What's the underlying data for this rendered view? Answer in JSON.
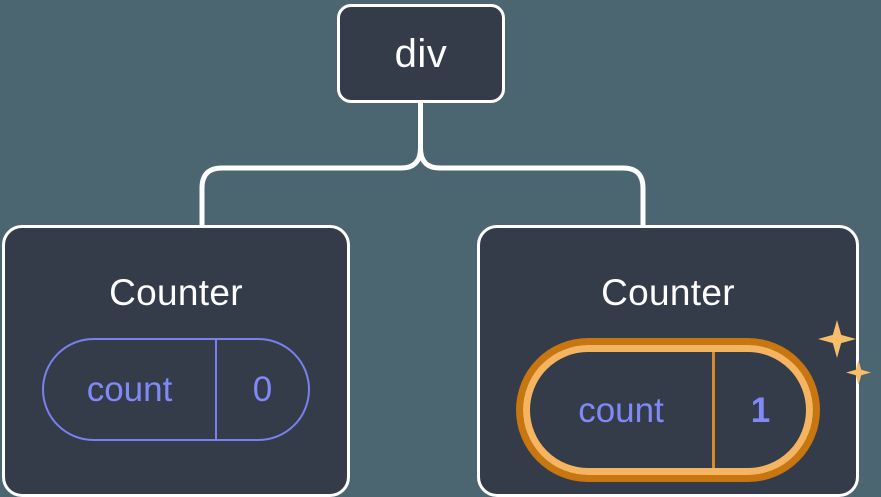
{
  "diagram": {
    "type": "component-tree",
    "background_color": "#4b6670",
    "node_fill_color": "#343c4a",
    "node_border_color": "#ffffff",
    "connector_color": "#ffffff",
    "state_color": "#8189f7",
    "highlight_color": "#f5b45f",
    "highlight_shadow_color": "#c8760f",
    "root": {
      "label": "div"
    },
    "children": [
      {
        "title": "Counter",
        "state": {
          "key": "count",
          "value": "0"
        },
        "highlighted": false
      },
      {
        "title": "Counter",
        "state": {
          "key": "count",
          "value": "1"
        },
        "highlighted": true,
        "sparkle_icons": [
          "sparkle-large",
          "sparkle-small"
        ]
      }
    ]
  }
}
